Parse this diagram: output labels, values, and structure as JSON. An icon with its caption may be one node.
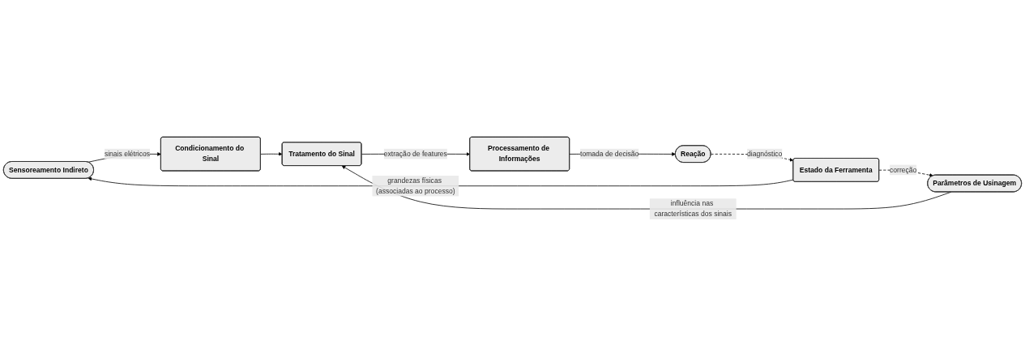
{
  "diagram": {
    "nodes": [
      {
        "text": [
          "Sensoreamento Indireto"
        ]
      },
      {
        "text": [
          "Condicionamento do Sinal"
        ]
      },
      {
        "text": [
          "Tratamento do Sinal"
        ]
      },
      {
        "text": [
          "Estado da Ferramenta"
        ]
      },
      {
        "text": [
          "Parâmetros de Usinagem"
        ]
      },
      {
        "text": [
          "Reação"
        ]
      },
      {
        "text": [
          "Processamento de Informações"
        ]
      }
    ],
    "edges": [
      {
        "from": 3,
        "to": 0,
        "arrow": "to",
        "label": "grandezas físicas (associadas ao processo)"
      },
      {
        "from": 0,
        "to": 1,
        "arrow": "to",
        "label": "sinais elétricos"
      },
      {
        "from": 1,
        "to": 2,
        "arrow": "to"
      },
      {
        "from": 3,
        "to": 4,
        "arrow": "to",
        "label": "correção",
        "style": "dashed"
      },
      {
        "from": 4,
        "to": 2,
        "arrow": "to",
        "label": "influência nas características dos sinais"
      },
      {
        "from": 2,
        "to": 6,
        "arrow": "to",
        "label": "extração de features"
      },
      {
        "from": 6,
        "to": 5,
        "arrow": "to",
        "label": "tomada de decisão"
      },
      {
        "from": 5,
        "to": 3,
        "arrow": "to",
        "label": "diagnóstico",
        "style": "dashed"
      }
    ]
  }
}
